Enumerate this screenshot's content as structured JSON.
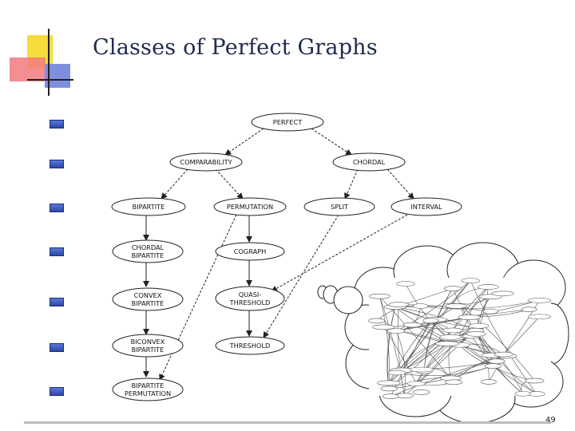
{
  "slide": {
    "title": "Classes of Perfect Graphs",
    "page_number": "49",
    "bullet_count": 7
  },
  "diagram": {
    "nodes": {
      "perfect": "PERFECT",
      "comparability": "COMPARABILITY",
      "chordal": "CHORDAL",
      "bipartite": "BIPARTITE",
      "permutation": "PERMUTATION",
      "split": "SPLIT",
      "interval": "INTERVAL",
      "chordal_bipartite": [
        "CHORDAL",
        "BIPARTITE"
      ],
      "cograph": "COGRAPH",
      "convex_bipartite": [
        "CONVEX",
        "BIPARTITE"
      ],
      "quasi_threshold": [
        "QUASI-",
        "THRESHOLD"
      ],
      "biconvex_bipartite": [
        "BICONVEX",
        "BIPARTITE"
      ],
      "threshold": "THRESHOLD",
      "bipartite_permutation": [
        "BIPARTITE",
        "PERMUTATION"
      ]
    },
    "edges": [
      {
        "from": "perfect",
        "to": "comparability",
        "style": "dashed"
      },
      {
        "from": "perfect",
        "to": "chordal",
        "style": "dashed"
      },
      {
        "from": "comparability",
        "to": "bipartite",
        "style": "dashed"
      },
      {
        "from": "comparability",
        "to": "permutation",
        "style": "dashed"
      },
      {
        "from": "chordal",
        "to": "split",
        "style": "dashed"
      },
      {
        "from": "chordal",
        "to": "interval",
        "style": "dashed"
      },
      {
        "from": "bipartite",
        "to": "chordal_bipartite",
        "style": "solid"
      },
      {
        "from": "permutation",
        "to": "cograph",
        "style": "solid"
      },
      {
        "from": "chordal_bipartite",
        "to": "convex_bipartite",
        "style": "solid"
      },
      {
        "from": "cograph",
        "to": "quasi_threshold",
        "style": "solid"
      },
      {
        "from": "convex_bipartite",
        "to": "biconvex_bipartite",
        "style": "solid"
      },
      {
        "from": "quasi_threshold",
        "to": "threshold",
        "style": "solid"
      },
      {
        "from": "biconvex_bipartite",
        "to": "bipartite_permutation",
        "style": "solid"
      },
      {
        "from": "permutation",
        "to": "bipartite_permutation",
        "style": "dashed"
      },
      {
        "from": "split",
        "to": "threshold",
        "style": "dashed"
      },
      {
        "from": "interval",
        "to": "quasi_threshold",
        "style": "dashed"
      }
    ]
  },
  "thought_bubble": {
    "content": "dense graph of graph classes (illegible)"
  }
}
